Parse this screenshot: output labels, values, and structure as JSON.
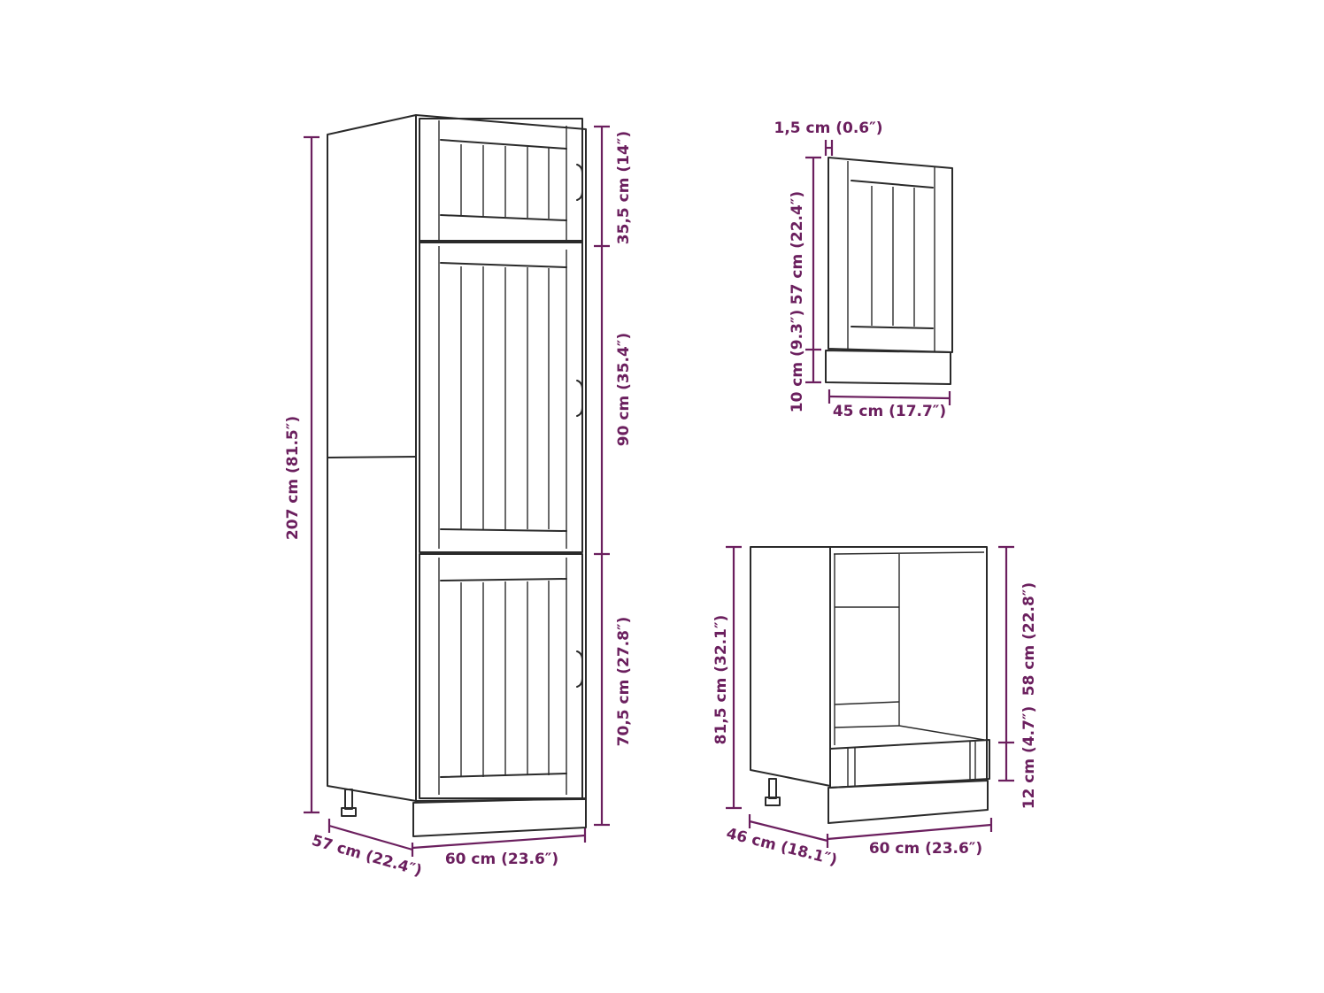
{
  "diagram": {
    "dimension_color": "#6b1f5e",
    "line_color": "#2a2a2a",
    "tall_cabinet": {
      "height_total": "207 cm (81.5″)",
      "top_door_height": "35,5 cm (14″)",
      "middle_door_height": "90 cm (35.4″)",
      "bottom_door_height": "70,5 cm (27.8″)",
      "depth": "57 cm (22.4″)",
      "width": "60 cm (23.6″)"
    },
    "dishwasher_panel": {
      "thickness": "1,5 cm (0.6″)",
      "door_height": "57 cm (22.4″)",
      "plinth_height": "10 cm (9.3″)",
      "width": "45 cm (17.7″)"
    },
    "oven_cabinet": {
      "height_total": "81,5 cm (32.1″)",
      "opening_height": "58 cm (22.8″)",
      "drawer_height": "12 cm (4.7″)",
      "depth": "46 cm (18.1″)",
      "width": "60 cm (23.6″)"
    }
  }
}
